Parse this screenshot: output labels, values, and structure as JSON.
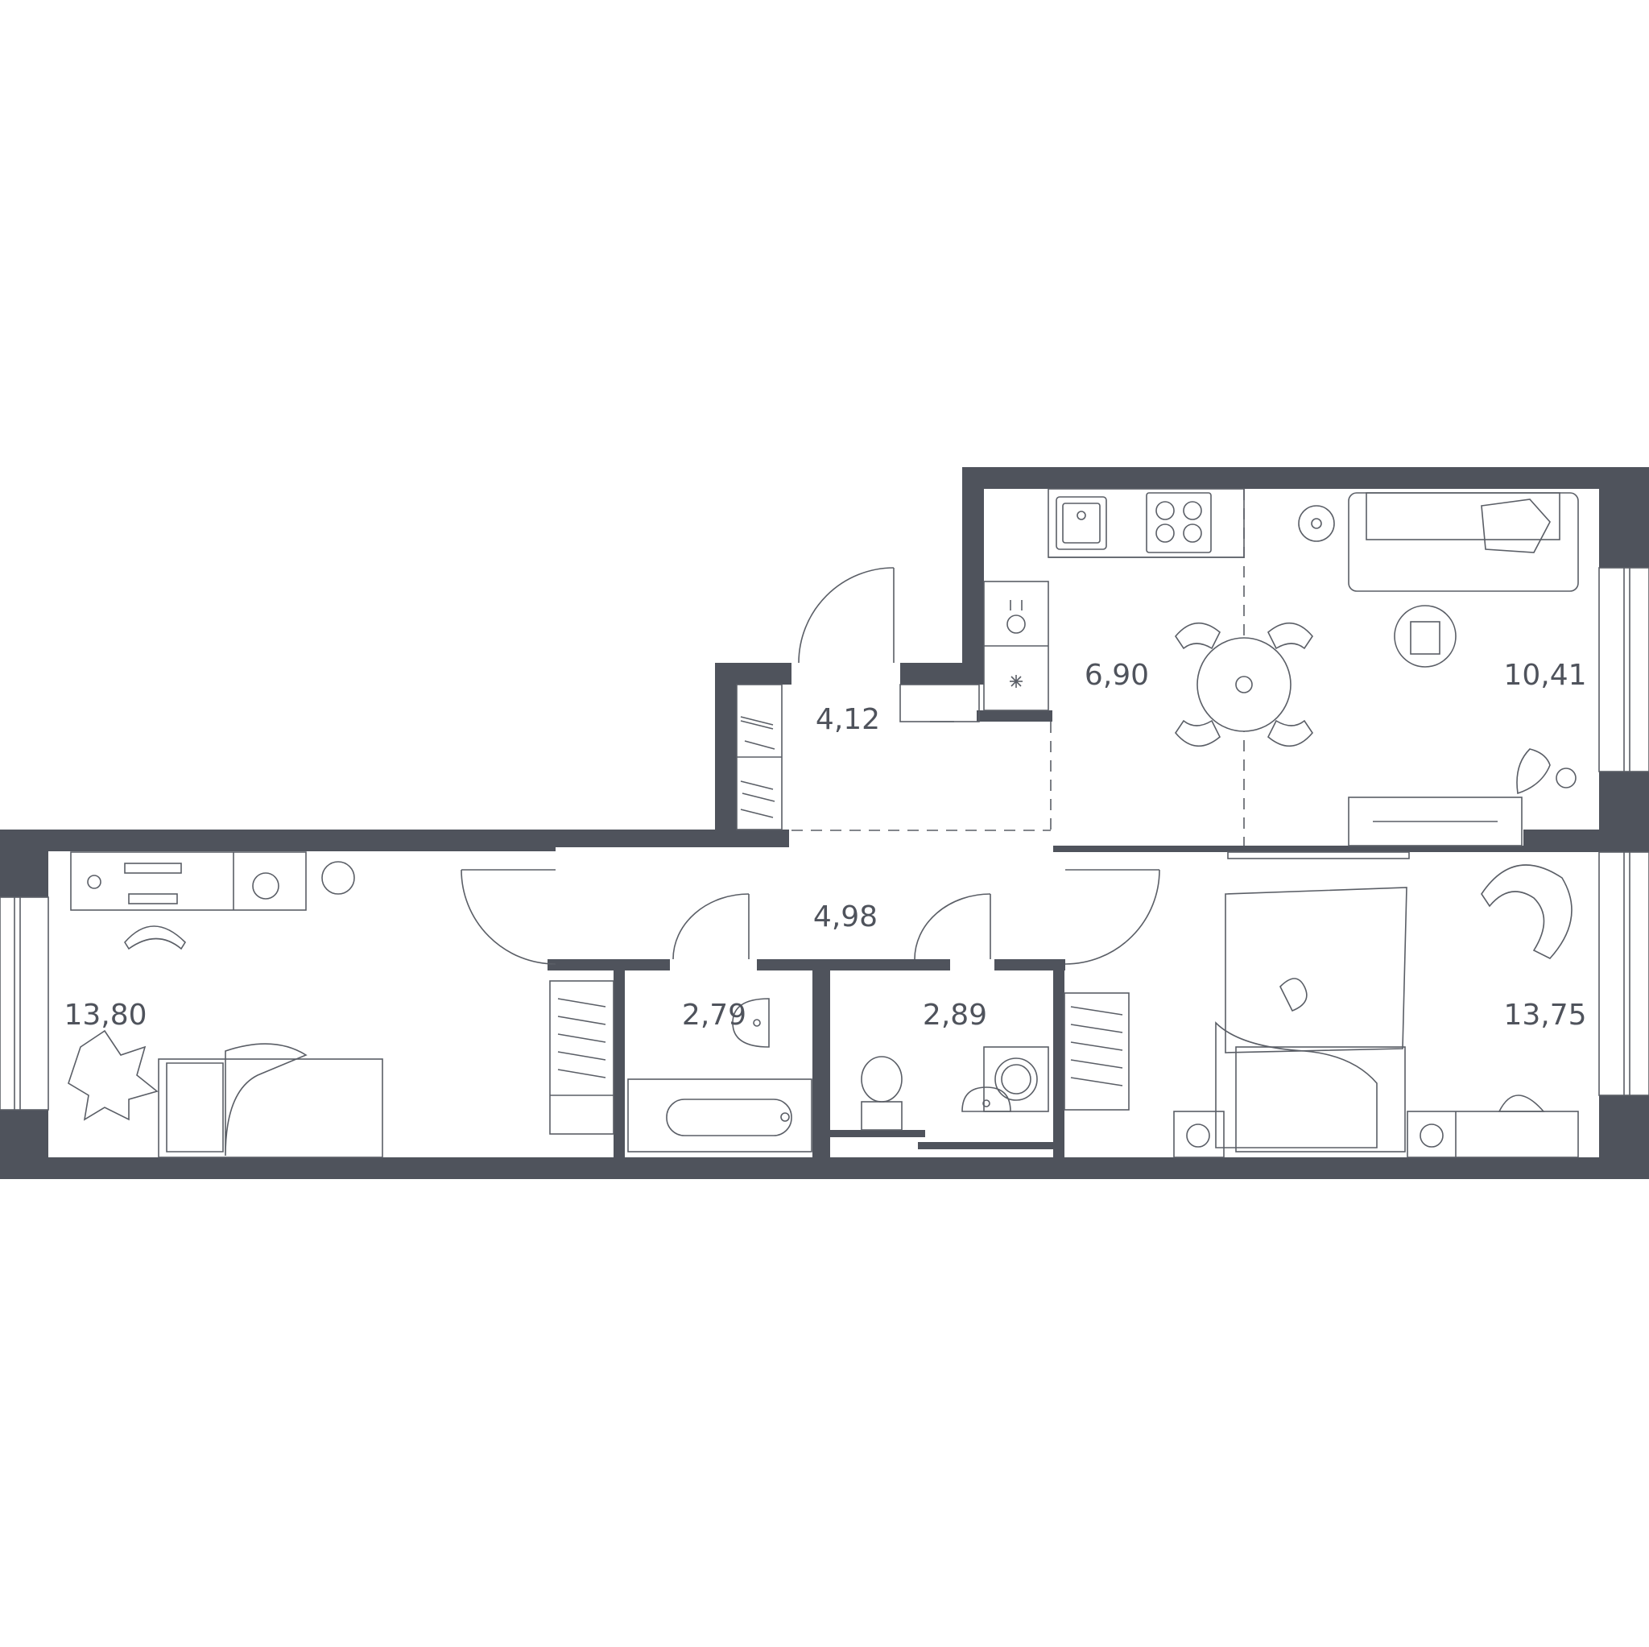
{
  "colors": {
    "wall": "#4f535c",
    "line": "#5a5e66",
    "background": "#ffffff"
  },
  "rooms": [
    {
      "id": "bedroom-left",
      "area": "13,80"
    },
    {
      "id": "hall-top",
      "area": "4,12"
    },
    {
      "id": "corridor",
      "area": "4,98"
    },
    {
      "id": "bathroom",
      "area": "2,79"
    },
    {
      "id": "toilet",
      "area": "2,89"
    },
    {
      "id": "kitchen",
      "area": "6,90"
    },
    {
      "id": "living",
      "area": "10,41"
    },
    {
      "id": "bedroom-right",
      "area": "13,75"
    }
  ],
  "icons": [
    "sink-icon",
    "cooktop-icon",
    "dishwasher-icon",
    "fridge-icon",
    "dining-table-icon",
    "sofa-icon",
    "coffee-table-icon",
    "tv-stand-icon",
    "plant-icon",
    "desk-icon",
    "bed-icon",
    "armchair-icon",
    "bathtub-icon",
    "washbasin-icon",
    "toilet-icon",
    "washing-machine-icon",
    "wardrobe-icon",
    "door-icon",
    "window-icon"
  ]
}
